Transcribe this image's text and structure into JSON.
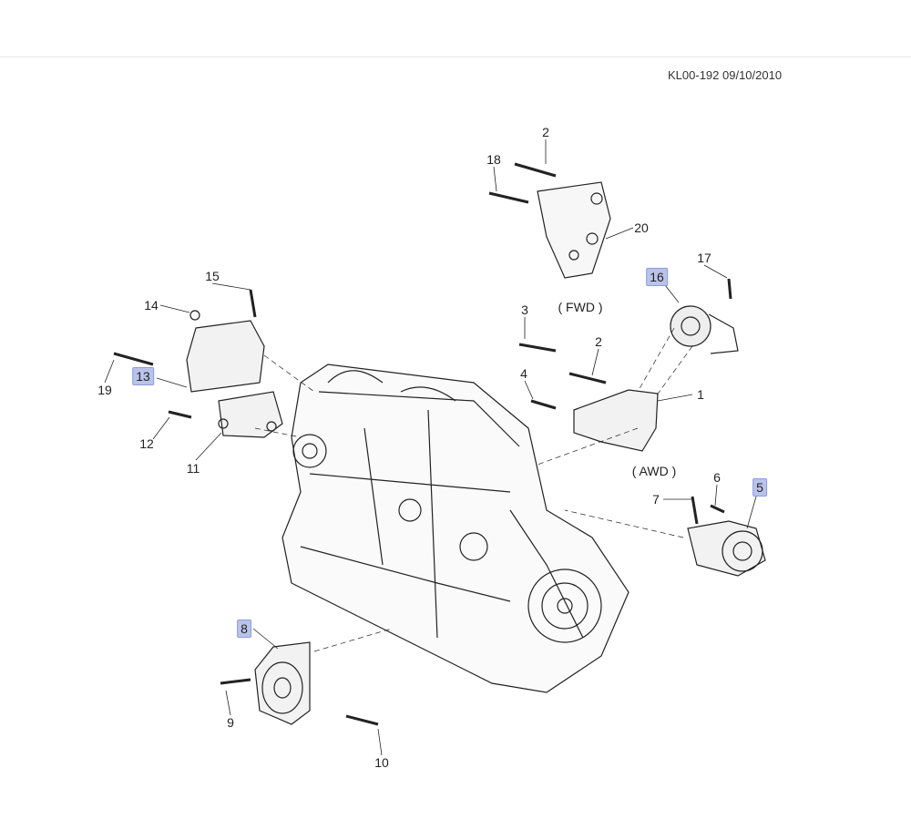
{
  "header": {
    "doc_id": "KL00-192 09/10/2010"
  },
  "variant_notes": {
    "fwd": "( FWD )",
    "awd": "( AWD )"
  },
  "callouts": [
    {
      "id": "2",
      "highlighted": false
    },
    {
      "id": "18",
      "highlighted": false
    },
    {
      "id": "20",
      "highlighted": false
    },
    {
      "id": "15",
      "highlighted": false
    },
    {
      "id": "14",
      "highlighted": false
    },
    {
      "id": "16",
      "highlighted": true
    },
    {
      "id": "17",
      "highlighted": false
    },
    {
      "id": "3",
      "highlighted": false
    },
    {
      "id": "2",
      "highlighted": false
    },
    {
      "id": "4",
      "highlighted": false
    },
    {
      "id": "1",
      "highlighted": false
    },
    {
      "id": "19",
      "highlighted": false
    },
    {
      "id": "13",
      "highlighted": true
    },
    {
      "id": "12",
      "highlighted": false
    },
    {
      "id": "11",
      "highlighted": false
    },
    {
      "id": "7",
      "highlighted": false
    },
    {
      "id": "6",
      "highlighted": false
    },
    {
      "id": "5",
      "highlighted": true
    },
    {
      "id": "8",
      "highlighted": true
    },
    {
      "id": "9",
      "highlighted": false
    },
    {
      "id": "10",
      "highlighted": false
    }
  ],
  "colors": {
    "highlight": "#b9c3ea",
    "line": "#222222"
  }
}
